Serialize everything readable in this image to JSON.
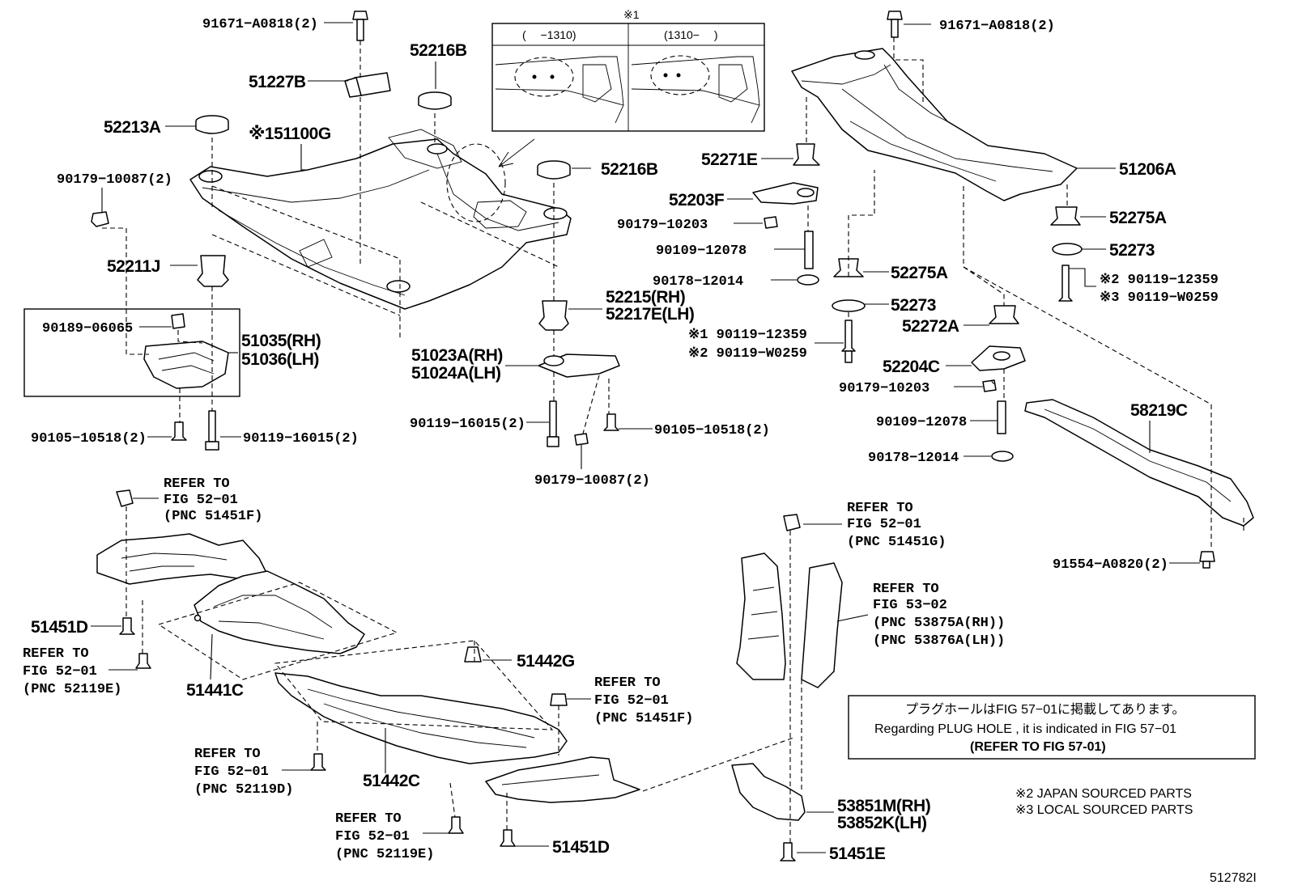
{
  "figure_id": "512782I",
  "inset": {
    "mark": "※1",
    "left_label": "(　 −1310)",
    "right_label": "(1310−　 )"
  },
  "note": {
    "japanese": "プラグホールはFIG 57−01に掲載してあります。",
    "english": "Regarding PLUG HOLE , it is indicated in FIG 57−01",
    "refer": "(REFER TO FIG 57-01)"
  },
  "legend": [
    "※2 JAPAN SOURCED PARTS",
    "※3 LOCAL SOURCED PARTS"
  ],
  "labels": {
    "p91671_a": "91671−A0818(2)",
    "p91671_b": "91671−A0818(2)",
    "p52216b_top": "52216B",
    "p51227b": "51227B",
    "p52213a": "52213A",
    "p51100g": "※151100G",
    "p90179_10087_a": "90179−10087(2)",
    "p52216b_mid": "52216B",
    "p52211j": "52211J",
    "p90189": "90189−06065",
    "p51035": "51035(RH)",
    "p51036": "51036(LH)",
    "p52215": "52215(RH)",
    "p52217e": "52217E(LH)",
    "p51023a": "51023A(RH)",
    "p51024a": "51024A(LH)",
    "p90105_a": "90105−10518(2)",
    "p90119_16015_a": "90119−16015(2)",
    "p90119_16015_b": "90119−16015(2)",
    "p90105_b": "90105−10518(2)",
    "p90179_10087_b": "90179−10087(2)",
    "p52271e": "52271E",
    "p52203f": "52203F",
    "p90179_10203_a": "90179−10203",
    "p90109_12078_a": "90109−12078",
    "p90178_12014_a": "90178−12014",
    "p52275a_mid": "52275A",
    "p52273_mid": "52273",
    "p90119_12359_a": "※1 90119−12359",
    "p90119_w0259_a": "※2 90119−W0259",
    "p51206a": "51206A",
    "p52275a_right": "52275A",
    "p52273_right": "52273",
    "p90119_12359_b": "※2 90119−12359",
    "p90119_w0259_b": "※3 90119−W0259",
    "p52272a": "52272A",
    "p52204c": "52204C",
    "p90179_10203_b": "90179−10203",
    "p90109_12078_b": "90109−12078",
    "p90178_12014_b": "90178−12014",
    "p58219c": "58219C",
    "p91554": "91554−A0820(2)",
    "refer_51451f_a": [
      "REFER TO",
      "FIG 52−01",
      "(PNC 51451F)"
    ],
    "refer_51451g": [
      "REFER TO",
      "FIG 52−01",
      "(PNC 51451G)"
    ],
    "refer_53875a": [
      "REFER TO",
      "FIG 53−02",
      "(PNC 53875A(RH))",
      "(PNC 53876A(LH))"
    ],
    "refer_52119e_a": [
      "REFER TO",
      "FIG 52−01",
      "(PNC 52119E)"
    ],
    "refer_51451f_b": [
      "REFER TO",
      "FIG 52−01",
      "(PNC 51451F)"
    ],
    "refer_52119d": [
      "REFER TO",
      "FIG 52−01",
      "(PNC 52119D)"
    ],
    "refer_52119e_b": [
      "REFER TO",
      "FIG 52−01",
      "(PNC 52119E)"
    ],
    "p51451d_a": "51451D",
    "p51442g": "51442G",
    "p51441c": "51441C",
    "p51442c": "51442C",
    "p51451d_b": "51451D",
    "p53851m": "53851M(RH)",
    "p53852k": "53852K(LH)",
    "p51451e": "51451E"
  }
}
